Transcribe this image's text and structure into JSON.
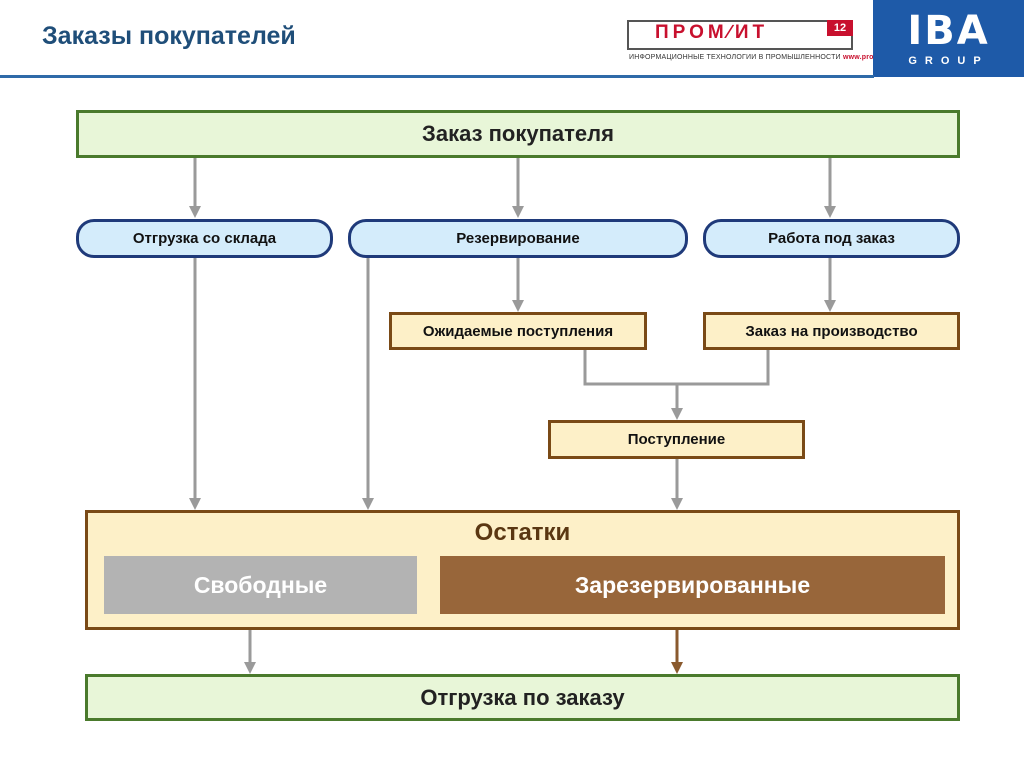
{
  "header": {
    "title": "Заказы покупателей",
    "promit": {
      "brand": "ПРОМ∕ИТ",
      "number": "12",
      "tagline": "ИНФОРМАЦИОННЫЕ ТЕХНОЛОГИИ В ПРОМЫШЛЕННОСТИ",
      "url": "www.promit.by"
    },
    "iba": {
      "name": "IBA",
      "group": "GROUP"
    }
  },
  "diagram": {
    "customer_order": "Заказ покупателя",
    "ship_from_stock": "Отгрузка со склада",
    "reservation": "Резервирование",
    "make_to_order": "Работа под заказ",
    "expected_receipts": "Ожидаемые поступления",
    "production_order": "Заказ на производство",
    "receipt": "Поступление",
    "stock_title": "Остатки",
    "free": "Свободные",
    "reserved": "Зарезервированные",
    "ship_by_order": "Отгрузка по заказу"
  },
  "colors": {
    "title": "#1f4e79",
    "accent_blue": "#1e5aa8",
    "green_border": "#4a7a2c",
    "green_fill": "#e8f6d8",
    "pill_border": "#1f3a7a",
    "pill_fill": "#d4ecfb",
    "tan_border": "#7a4a16",
    "tan_fill": "#fdf0c8",
    "free_fill": "#b3b3b3",
    "reserved_fill": "#98663a",
    "arrow_gray": "#9a9a9a",
    "arrow_brown": "#8a5a2e"
  }
}
